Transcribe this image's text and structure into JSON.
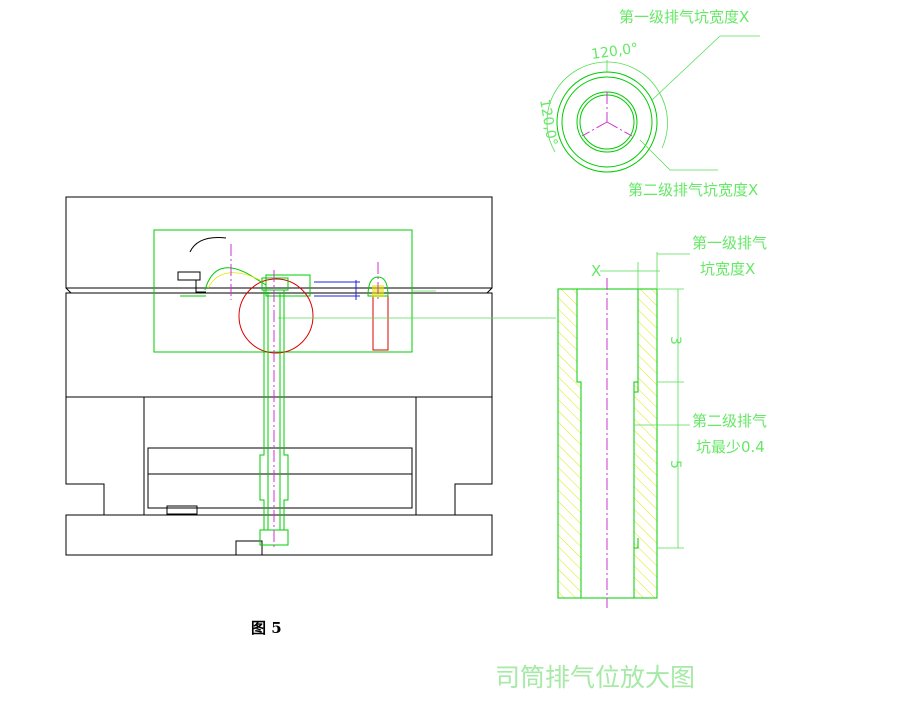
{
  "figure_label": "图 5",
  "main_title": "司筒排气位放大图",
  "top_view": {
    "label_first_vent": "第一级排气坑宽度X",
    "label_second_vent": "第二级排气坑宽度X",
    "angle_a": "120,0°",
    "angle_b": "120,0°"
  },
  "section_view": {
    "x_marker": "X",
    "first_vent_line1": "第一级排气",
    "first_vent_line2": "坑宽度X",
    "second_vent_line1": "第二级排气",
    "second_vent_line2": "坑最少0.4",
    "dim_upper": "3",
    "dim_lower": "5"
  }
}
